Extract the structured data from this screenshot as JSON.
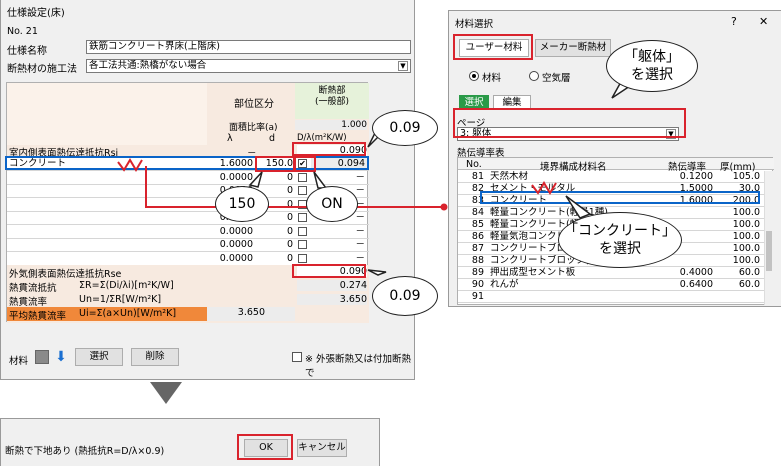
{
  "left_dialog": {
    "title": "仕様設定(床)",
    "no": "No. 21",
    "spec_name_label": "仕様名称",
    "spec_name_value": "鉄筋コンクリート界床(上階床)",
    "insulation_method_label": "断熱材の施工法",
    "insulation_method_value": "各工法共通:熱橋がない場合",
    "header_buibun": "部位区分",
    "header_danetsu": "断熱部\n(一般部)",
    "header_area_ratio": "面積比率(a)",
    "header_area_value": "1.000",
    "header_lambda": "λ",
    "header_d": "d",
    "header_dl": "D/λ(m²K/W)",
    "rsi_label": "室内側表面熱伝達抵抗Rsi",
    "rsi_dash": "－",
    "rsi_value": "0.090",
    "rows": [
      {
        "name": "コンクリート",
        "lambda": "1.6000",
        "d": "150.0",
        "checked": true,
        "value": "0.094"
      },
      {
        "name": "",
        "lambda": "0.0000",
        "d": "0",
        "checked": false,
        "value": "－"
      },
      {
        "name": "",
        "lambda": "0.0000",
        "d": "0",
        "checked": false,
        "value": "－"
      },
      {
        "name": "",
        "lambda": "0.0000",
        "d": "0",
        "checked": false,
        "value": "－"
      },
      {
        "name": "",
        "lambda": "0.0000",
        "d": "0",
        "checked": false,
        "value": "－"
      },
      {
        "name": "",
        "lambda": "0.0000",
        "d": "0",
        "checked": false,
        "value": "－"
      },
      {
        "name": "",
        "lambda": "0.0000",
        "d": "0",
        "checked": false,
        "value": "－"
      },
      {
        "name": "",
        "lambda": "0.0000",
        "d": "0",
        "checked": false,
        "value": "－"
      }
    ],
    "rse_label": "外気側表面熱伝達抵抗Rse",
    "rse_value": "0.090",
    "resist_label": "熱貫流抵抗",
    "resist_formula": "ΣR=Σ(Di/λi)[m²K/W]",
    "resist_value": "0.274",
    "flow_label": "熱貫流率",
    "flow_formula": "Un=1/ΣR[W/m²K]",
    "flow_value": "3.650",
    "avg_label": "平均熱貫流率",
    "avg_formula": "Ui=Σ(a×Un)[W/m²K]",
    "avg_value": "3.650",
    "material_label": "材料",
    "select_btn": "選択",
    "delete_btn": "削除",
    "outer_check_label": "※ 外張断熱又は付加断熱で",
    "footer_text": "断熱で下地あり (熱抵抗R=D/λ×0.9)",
    "ok_btn": "OK",
    "cancel_btn": "キャンセル"
  },
  "right_dialog": {
    "title": "材料選択",
    "help": "?",
    "close": "✕",
    "tab_user": "ユーザー材料",
    "tab_maker": "メーカー断熱材",
    "radio_material": "材料",
    "radio_air": "空気層",
    "tab_select": "選択",
    "tab_edit": "編集",
    "page_label": "ページ",
    "page_value": "3: 躯体",
    "table_label": "熱伝導率表",
    "col_no": "No.",
    "col_name": "境界構成材料名",
    "col_cond": "熱伝導率",
    "col_thick": "厚(mm)",
    "rows": [
      {
        "no": "81",
        "name": "天然木材",
        "cond": "0.1200",
        "thick": "105.0"
      },
      {
        "no": "82",
        "name": "セメント・モルタル",
        "cond": "1.5000",
        "thick": "30.0"
      },
      {
        "no": "83",
        "name": "コンクリート",
        "cond": "1.6000",
        "thick": "200.0"
      },
      {
        "no": "84",
        "name": "軽量コンクリート(軽量1種)",
        "cond": "",
        "thick": "100.0"
      },
      {
        "no": "85",
        "name": "軽量コンクリート(軽量2種)",
        "cond": "",
        "thick": "100.0"
      },
      {
        "no": "86",
        "name": "軽量気泡コンクリート",
        "cond": "",
        "thick": "100.0"
      },
      {
        "no": "87",
        "name": "コンクリートブロック(重量)",
        "cond": "",
        "thick": "100.0"
      },
      {
        "no": "88",
        "name": "コンクリートブロック(軽量)",
        "cond": "",
        "thick": "100.0"
      },
      {
        "no": "89",
        "name": "押出成型セメント板",
        "cond": "0.4000",
        "thick": "60.0"
      },
      {
        "no": "90",
        "name": "れんが",
        "cond": "0.6400",
        "thick": "60.0"
      },
      {
        "no": "91",
        "name": "",
        "cond": "",
        "thick": ""
      }
    ]
  },
  "callouts": {
    "b009_top": "0.09",
    "b150": "150",
    "bon": "ON",
    "b009_bottom": "0.09",
    "bkutai": "「躯体」\nを選択",
    "bconcrete": "「コンクリート」\nを選択"
  },
  "colors": {
    "accent_red": "#d9232d",
    "highlight_blue": "#0a64c8",
    "header_peach": "#f7eae0",
    "orange": "#f0883a",
    "green": "#2a9a48"
  }
}
